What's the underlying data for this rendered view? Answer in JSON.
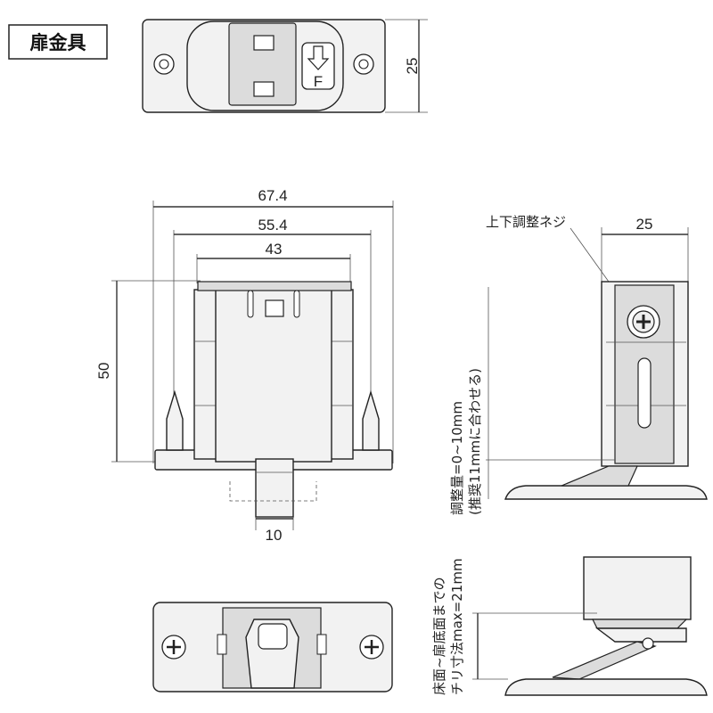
{
  "title": "扉金具",
  "labels": {
    "top_height": "25",
    "front_width_outer": "67.4",
    "front_width_mid": "55.4",
    "front_width_inner": "43",
    "front_height": "50",
    "front_bottom": "10",
    "side_width": "25",
    "screw_label": "上下調整ネジ",
    "adjust_line1": "調整量=0~10mm",
    "adjust_line2": "(推奨11mmに合わせる)",
    "gap_line1": "床面~扉底面までの",
    "gap_line2": "チリ寸法max=21mm",
    "mark_letter": "F"
  },
  "colors": {
    "line": "#222222",
    "fill": "#f2f2f2",
    "shade": "#dcdcdc"
  },
  "icons": [
    "arrow-down-icon",
    "screw-icon"
  ]
}
